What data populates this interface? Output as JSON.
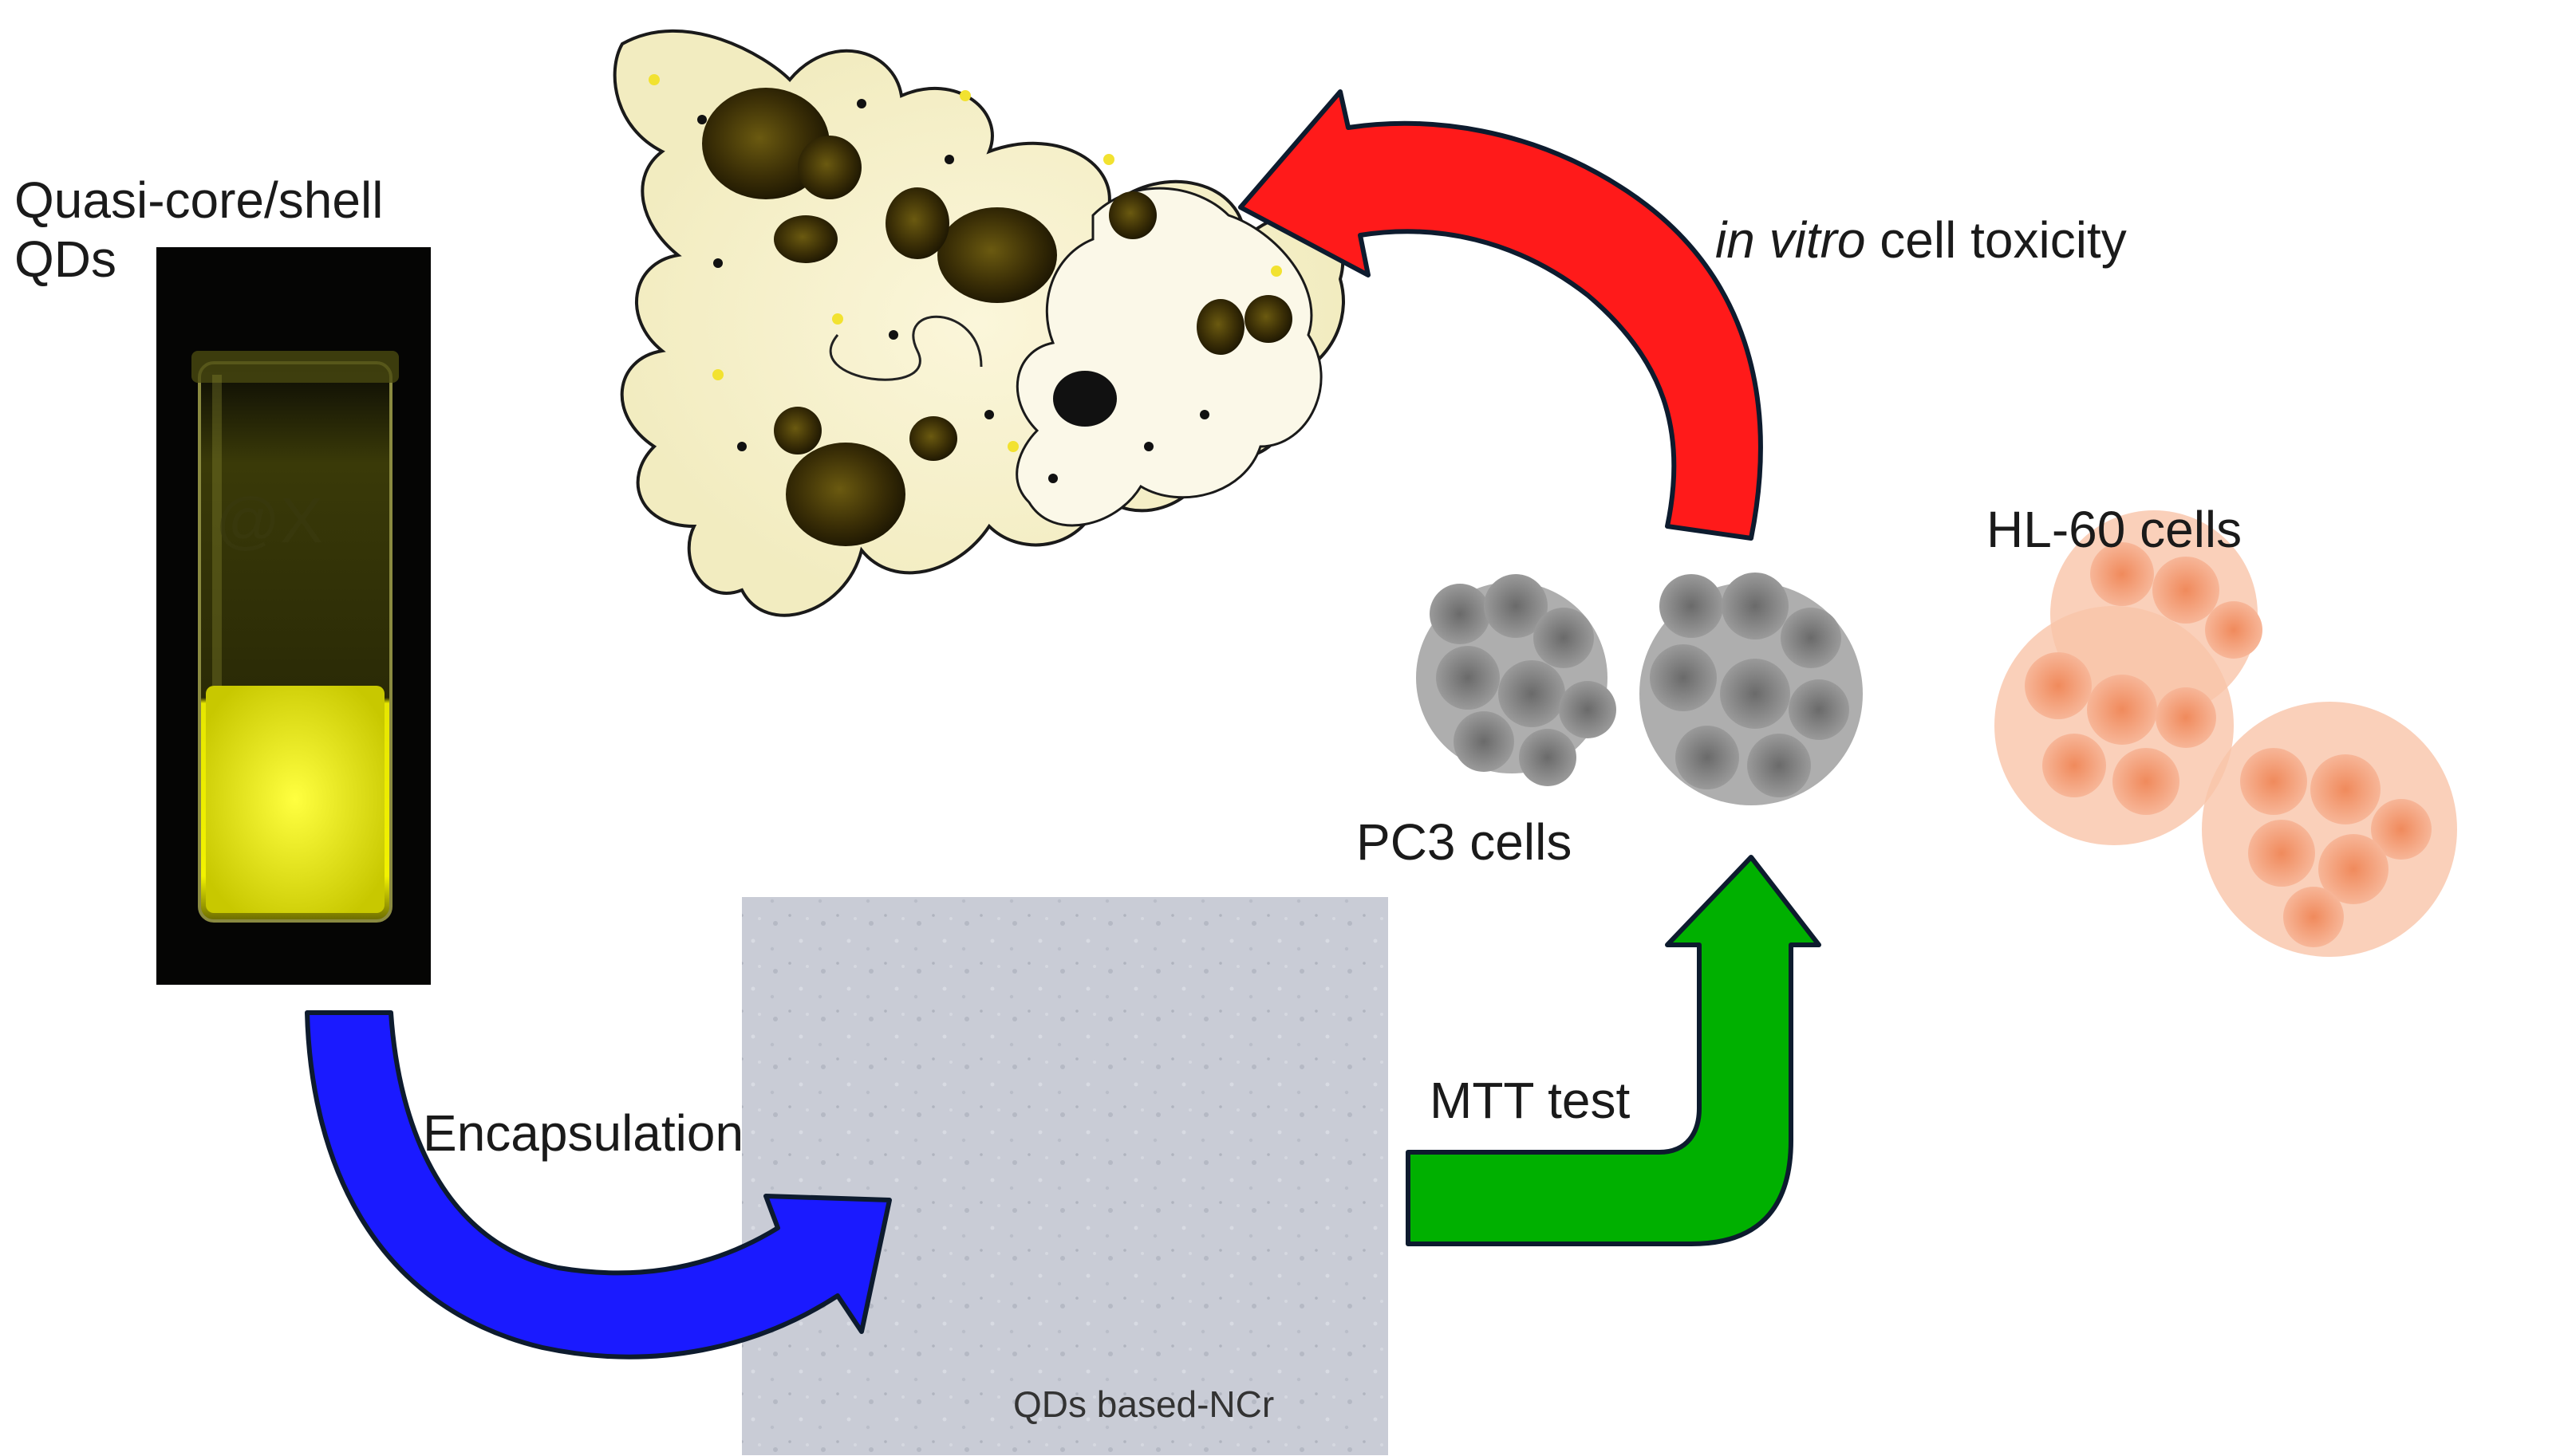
{
  "labels": {
    "qds_line1": "Quasi-core/shell",
    "qds_line2": "QDs",
    "toxicity_italic": "in vitro",
    "toxicity_rest": " cell toxicity",
    "hl60": "HL-60 cells",
    "pc3": "PC3 cells",
    "encapsulation": "Encapsulation",
    "mtt": "MTT test",
    "ncr": "QDs based-NCr"
  },
  "vial_marking": "@X",
  "colors": {
    "blue_arrow": "#1a1aff",
    "green_arrow": "#00b000",
    "red_arrow": "#ff1a1a",
    "arrow_outline": "#0d1b2e",
    "vial_fluorescence": "#f2f200",
    "hl60_cells": "#f5a27c",
    "pc3_cells": "#8a8a8a",
    "tem_background": "#c9ccd6"
  }
}
